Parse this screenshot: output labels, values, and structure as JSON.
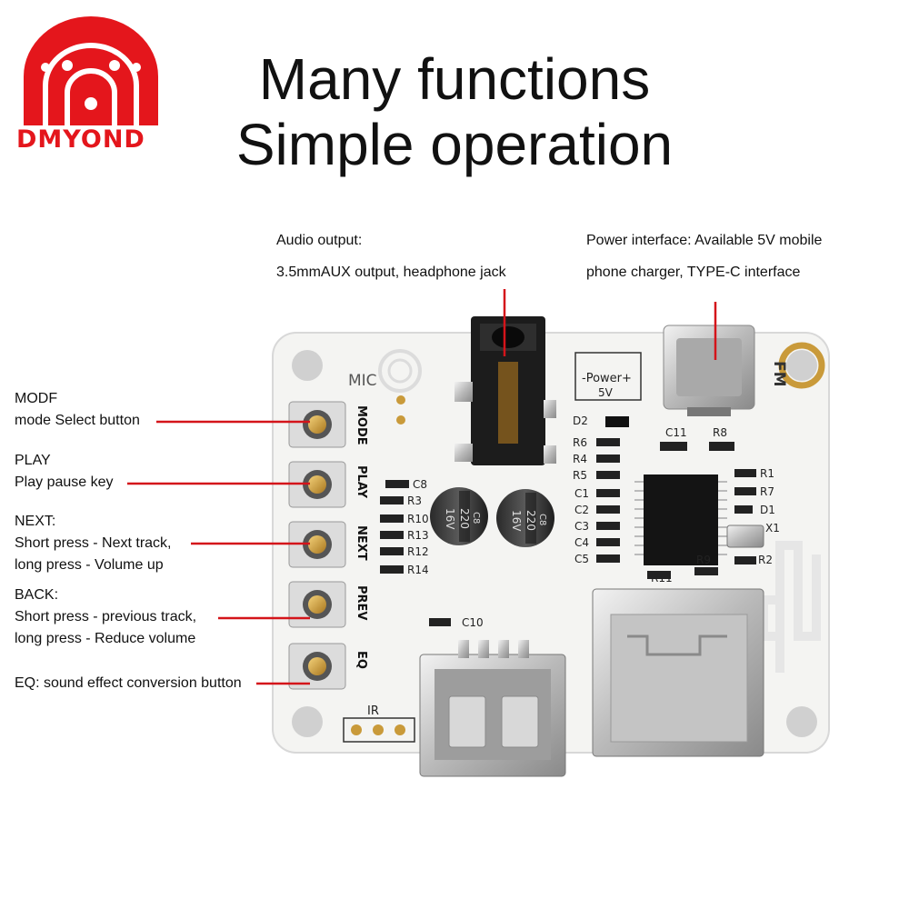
{
  "brand": {
    "name": "DMYOND",
    "color": "#e4161c"
  },
  "headline": {
    "line1": "Many functions",
    "line2": "Simple operation"
  },
  "callouts": {
    "audio": {
      "line1": "Audio output:",
      "line2": "3.5mmAUX output, headphone jack"
    },
    "power": {
      "line1": "Power interface: Available 5V mobile",
      "line2": "phone charger, TYPE-C interface"
    },
    "modf": {
      "line1": "MODF",
      "line2": "mode Select button"
    },
    "play": {
      "line1": "PLAY",
      "line2": "Play pause key"
    },
    "next": {
      "line1": "NEXT:",
      "line2": "Short press - Next track,",
      "line3": "long press - Volume up"
    },
    "back": {
      "line1": "BACK:",
      "line2": "Short press - previous track,",
      "line3": "long press - Reduce volume"
    },
    "eq": {
      "line1": "EQ: sound effect conversion button"
    }
  },
  "board": {
    "silkscreen": {
      "mic": "MIC",
      "fm": "FM",
      "power": "-Power+",
      "v5": "5V",
      "mode": "MODE",
      "play": "PLAY",
      "next": "NEXT",
      "prev": "PREV",
      "eq": "EQ",
      "ir": "IR",
      "cap_marking": [
        "C8",
        "220",
        "16V"
      ],
      "refs": [
        "C8",
        "R3",
        "R10",
        "R13",
        "R12",
        "R14",
        "C10",
        "D2",
        "R6",
        "R4",
        "R5",
        "C1",
        "C2",
        "C3",
        "C4",
        "C5",
        "C11",
        "R8",
        "R1",
        "R7",
        "D1",
        "X1",
        "R2",
        "R11",
        "R9"
      ]
    }
  },
  "colors": {
    "callout_line": "#d4141a",
    "board": "#f4f4f2"
  }
}
